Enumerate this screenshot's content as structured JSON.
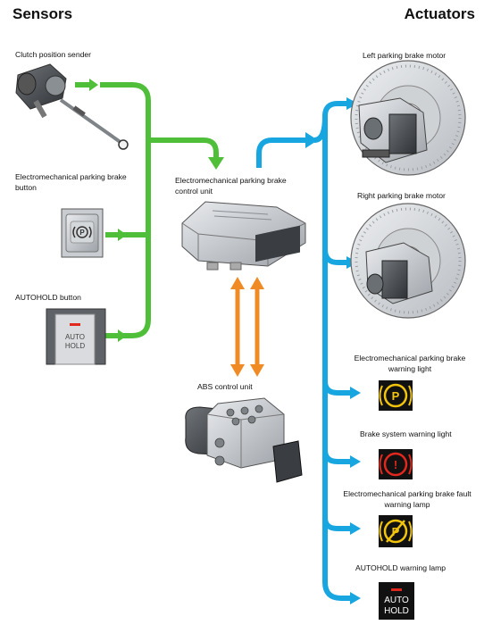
{
  "headings": {
    "sensors": "Sensors",
    "actuators": "Actuators"
  },
  "sensors": {
    "clutch_position_sender": "Clutch position sender",
    "epb_button_line1": "Electromechanical parking brake",
    "epb_button_line2": "button",
    "autohold_button": "AUTOHOLD button"
  },
  "center": {
    "epb_control_unit_line1": "Electromechanical parking brake",
    "epb_control_unit_line2": "control unit",
    "abs_control_unit": "ABS control unit"
  },
  "actuators": {
    "left_motor": "Left parking brake motor",
    "right_motor": "Right parking brake motor",
    "epb_warning_light_line1": "Electromechanical parking brake",
    "epb_warning_light_line2": "warning light",
    "brake_system_warning_light": "Brake system warning light",
    "epb_fault_lamp_line1": "Electromechanical parking brake fault",
    "epb_fault_lamp_line2": "warning lamp",
    "autohold_warning_lamp": "AUTOHOLD warning lamp"
  },
  "button_text": {
    "auto": "AUTO",
    "hold": "HOLD"
  },
  "icons": {
    "epb_button": "parking-brake-symbol-icon",
    "epb_warning": "circled-p-icon",
    "brake_warning": "circled-exclamation-icon",
    "epb_fault": "crossed-p-icon"
  },
  "colors": {
    "sensor_arrows": "#4fbf3a",
    "actuator_arrows": "#18a6e0",
    "bus_arrows": "#f08a24",
    "warning_yellow": "#f2c40c",
    "warning_red": "#e0281e"
  }
}
